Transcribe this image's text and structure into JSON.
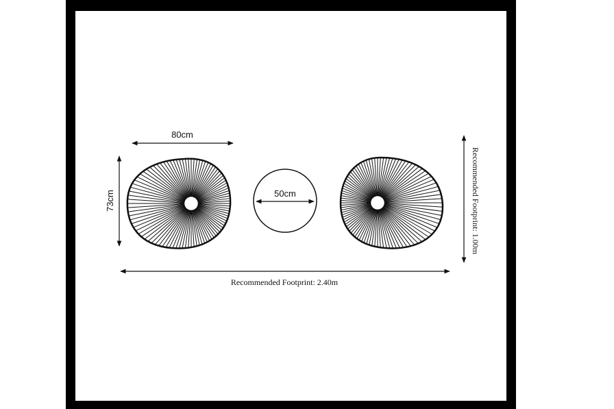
{
  "dimensions": {
    "chair_width": "80cm",
    "chair_depth": "73cm",
    "table_diameter": "50cm",
    "footprint_length": "Recommended Footprint: 2.40m",
    "footprint_width": "Recommended Footprint: 1.00m"
  },
  "colors": {
    "frame": "#000000",
    "background": "#ffffff",
    "ink": "#111111"
  }
}
